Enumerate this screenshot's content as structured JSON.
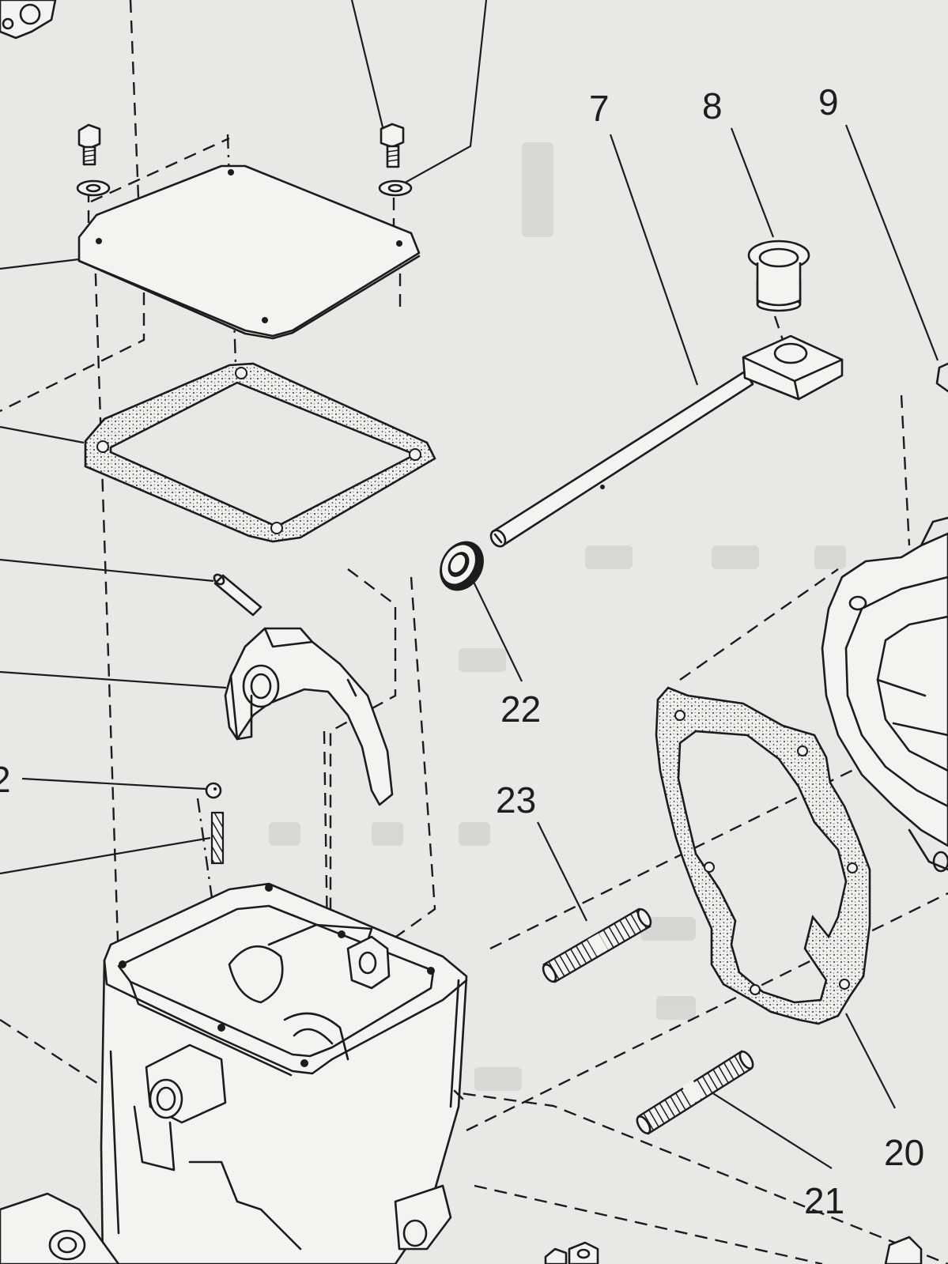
{
  "diagram": {
    "callouts": [
      "7",
      "8",
      "9",
      "22",
      "23",
      "20",
      "21",
      "2"
    ]
  },
  "colors": {
    "paper": "#e9e8e4",
    "ink": "#1c1c1c"
  }
}
